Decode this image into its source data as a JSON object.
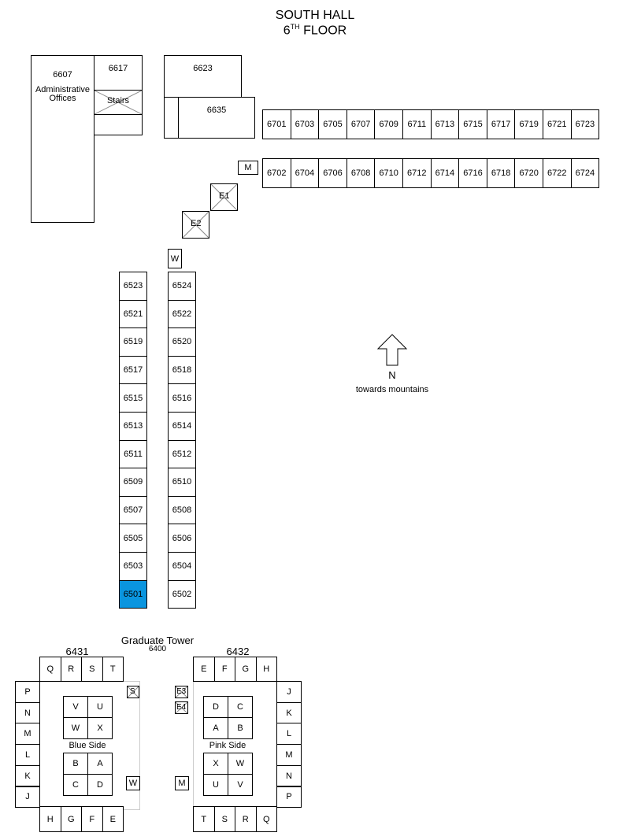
{
  "title": {
    "line1": "SOUTH HALL",
    "floor_num": "6",
    "floor_sup": "TH",
    "floor_word": "FLOOR"
  },
  "top_left": {
    "r6607": "6607",
    "admin_line1": "Administrative",
    "admin_line2": "Offices",
    "r6617": "6617",
    "stairs": "Stairs",
    "r6623": "6623",
    "r6635": "6635"
  },
  "east_wing": {
    "north_row": [
      "6701",
      "6703",
      "6705",
      "6707",
      "6709",
      "6711",
      "6713",
      "6715",
      "6717",
      "6719",
      "6721",
      "6723"
    ],
    "south_row": [
      "6702",
      "6704",
      "6706",
      "6708",
      "6710",
      "6712",
      "6714",
      "6716",
      "6718",
      "6720",
      "6722",
      "6724"
    ]
  },
  "markers": {
    "m_top": "M",
    "e1": "E1",
    "e2": "E2",
    "w_top": "W"
  },
  "south_wing": {
    "west_col": [
      "6523",
      "6521",
      "6519",
      "6517",
      "6515",
      "6513",
      "6511",
      "6509",
      "6507",
      "6505",
      "6503",
      "6501"
    ],
    "east_col": [
      "6524",
      "6522",
      "6520",
      "6518",
      "6516",
      "6514",
      "6512",
      "6510",
      "6508",
      "6506",
      "6504",
      "6502"
    ],
    "highlighted": "6501",
    "highlight_color": "#0a95df"
  },
  "compass": {
    "label": "N",
    "caption": "towards mountains"
  },
  "tower": {
    "title": "Graduate Tower",
    "number": "6400",
    "blue": {
      "room": "6431",
      "side_label": "Blue Side",
      "top_row": [
        "Q",
        "R",
        "S",
        "T"
      ],
      "left_col": [
        "P",
        "N",
        "M",
        "L",
        "K",
        "J"
      ],
      "bottom_row": [
        "H",
        "G",
        "F",
        "E"
      ],
      "quad_top": [
        "V",
        "U",
        "W",
        "X"
      ],
      "quad_bottom": [
        "B",
        "A",
        "C",
        "D"
      ],
      "s_marker": "S",
      "w_marker": "W"
    },
    "pink": {
      "room": "6432",
      "side_label": "Pink Side",
      "top_row": [
        "E",
        "F",
        "G",
        "H"
      ],
      "right_col": [
        "J",
        "K",
        "L",
        "M",
        "N",
        "P"
      ],
      "bottom_row": [
        "T",
        "S",
        "R",
        "Q"
      ],
      "quad_top": [
        "D",
        "C",
        "A",
        "B"
      ],
      "quad_bottom": [
        "X",
        "W",
        "U",
        "V"
      ],
      "e3": "E3",
      "e4": "E4",
      "m_marker": "M"
    }
  }
}
